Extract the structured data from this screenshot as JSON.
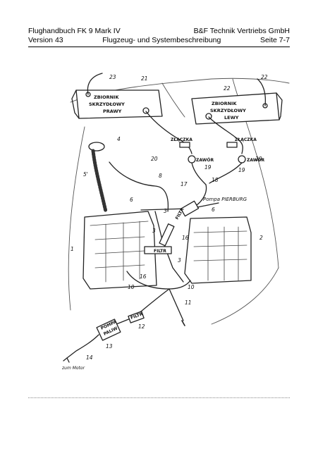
{
  "header": {
    "left_line1": "Flughandbuch FK 9 Mark IV",
    "right_line1": "B&F Technik Vertriebs GmbH",
    "left_line2": "Version 43",
    "center_line2": "Flugzeug- und Systembeschreibung",
    "right_line2": "Seite 7-7"
  },
  "diagram": {
    "tank_right_label": [
      "ZBIORNIK",
      "SKRZYDŁOWY",
      "PRAWY"
    ],
    "tank_left_label": [
      "ZBIORNIK",
      "SKRZYDŁOWY",
      "LEWY"
    ],
    "zlaczka_left": "ZŁĄCZKA",
    "zlaczka_right": "ZŁĄCZKA",
    "zawor_left": "ZAWÓR",
    "zawor_right": "ZAWÓR",
    "pompa_label": "Pompa  PIERBURG",
    "filtr_vertical": "FILTR",
    "filtr_small": "FILTR",
    "filtr_lower": "FILTR",
    "pompa_paliw": [
      "POMPA",
      "PALIW"
    ],
    "motor_label": "zum Motor",
    "numbers": {
      "n1": "1",
      "n2": "2",
      "n3": "3",
      "n3b": "3",
      "n3c": "3",
      "n4": "4",
      "n5": "5'",
      "n6": "6",
      "n6b": "6",
      "n8": "8",
      "n10": "10",
      "n10b": "10",
      "n11": "11",
      "n12": "12",
      "n13": "13",
      "n14": "14",
      "n16": "16",
      "n16b": "16",
      "n17": "17",
      "n18": "18",
      "n19": "19",
      "n19b": "19",
      "n20": "20",
      "n20b": "20",
      "n21": "21",
      "n22": "22",
      "n23": "23",
      "n23b": "22"
    }
  }
}
